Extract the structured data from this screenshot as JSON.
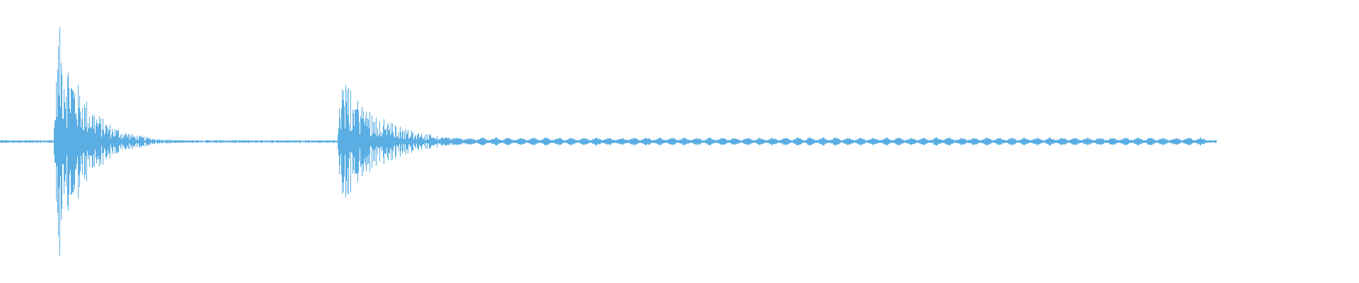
{
  "waveform": {
    "color": "#5aaee3",
    "background": "#ffffff",
    "centerline_color": "#5aaee3",
    "trailing_silence_fraction": 0.105,
    "events": [
      {
        "name": "transient-1",
        "position": 0.043,
        "peak": 1.0,
        "attack": 0.004,
        "decay": 0.02
      },
      {
        "name": "transient-2",
        "position": 0.25,
        "peak": 0.57,
        "attack": 0.002,
        "decay": 0.03
      }
    ],
    "tail": {
      "start": 0.295,
      "end": 0.888,
      "level": 0.035,
      "pulse_count": 64
    },
    "noise_floor": 0.012
  }
}
